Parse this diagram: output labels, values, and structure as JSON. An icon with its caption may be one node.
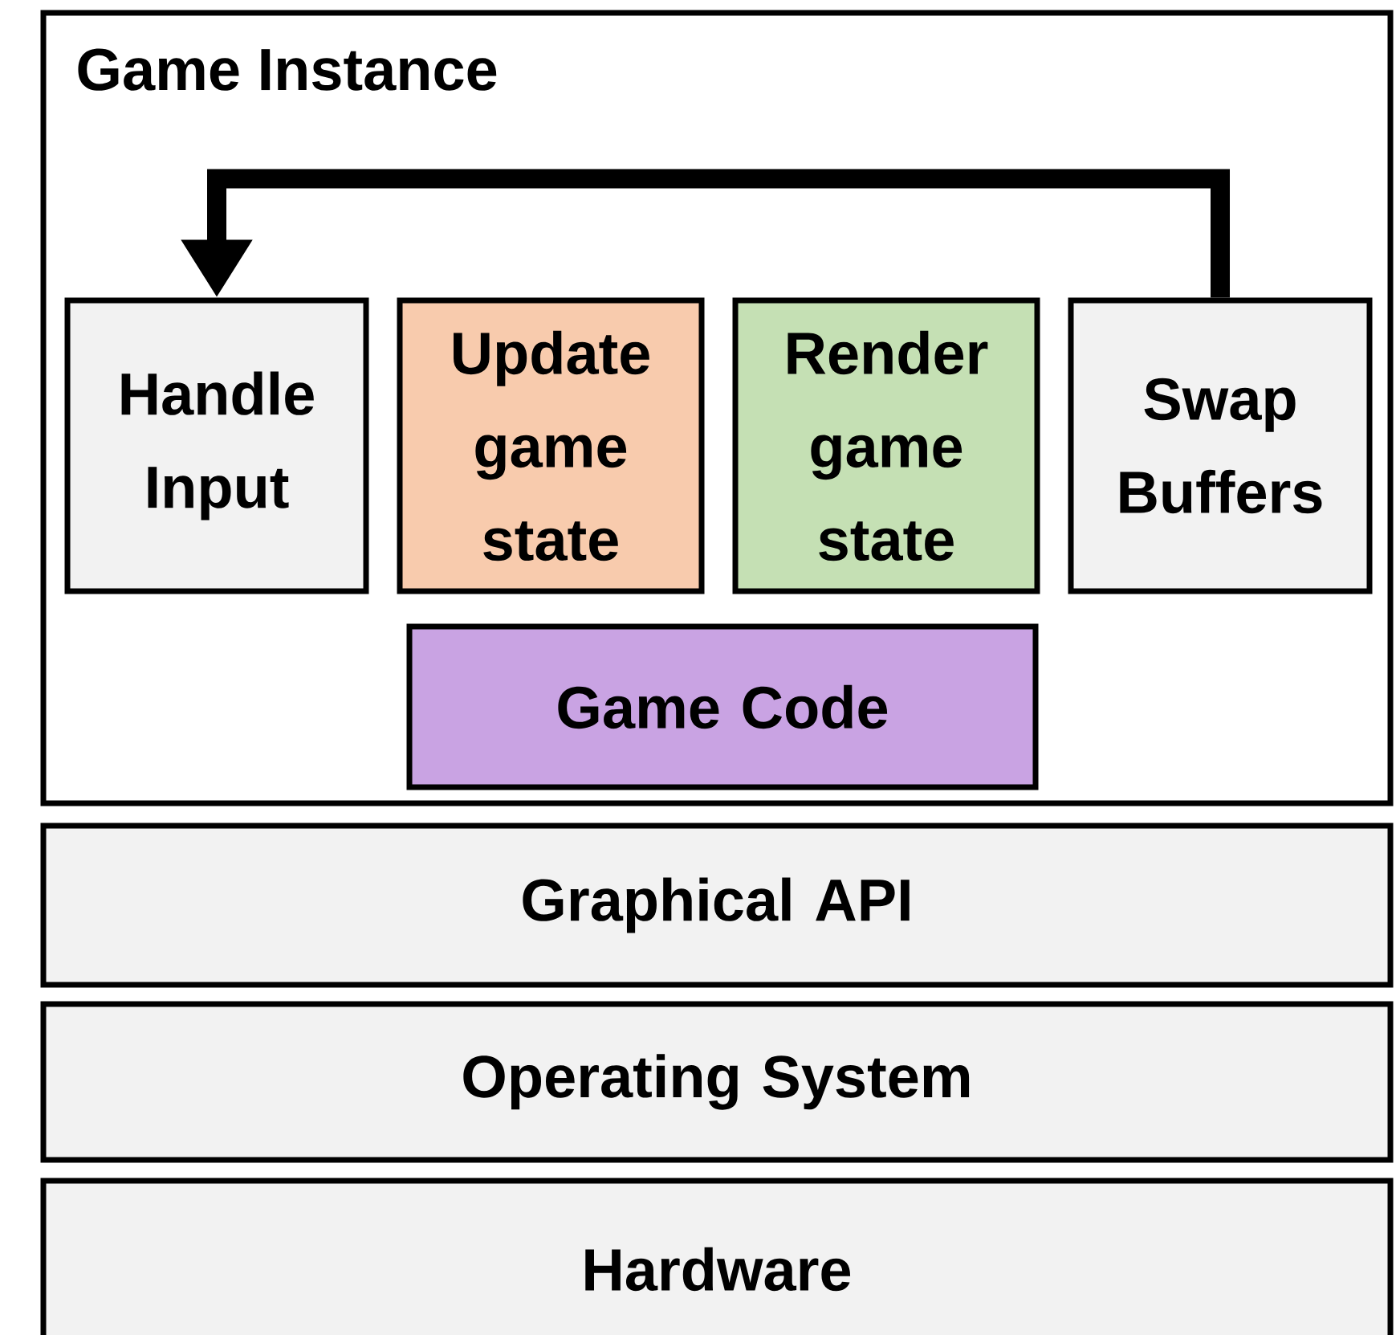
{
  "diagram": {
    "nodes": [
      {
        "text": [
          "Game Instance"
        ]
      },
      {
        "text": [
          "Handle Input"
        ],
        "in": 0
      },
      {
        "text": [
          "Update game state"
        ],
        "in": 0
      },
      {
        "text": [
          "Render game state"
        ],
        "in": 0
      },
      {
        "text": [
          "Swap Buffers"
        ],
        "in": 0
      },
      {
        "text": [
          "Game Code"
        ],
        "in": 0
      },
      {
        "text": [
          "Graphical API"
        ]
      },
      {
        "text": [
          "Operating System"
        ]
      },
      {
        "text": [
          "Hardware"
        ]
      }
    ],
    "edges": [
      {
        "from": 4,
        "to": 1,
        "arrow": "to"
      }
    ]
  }
}
